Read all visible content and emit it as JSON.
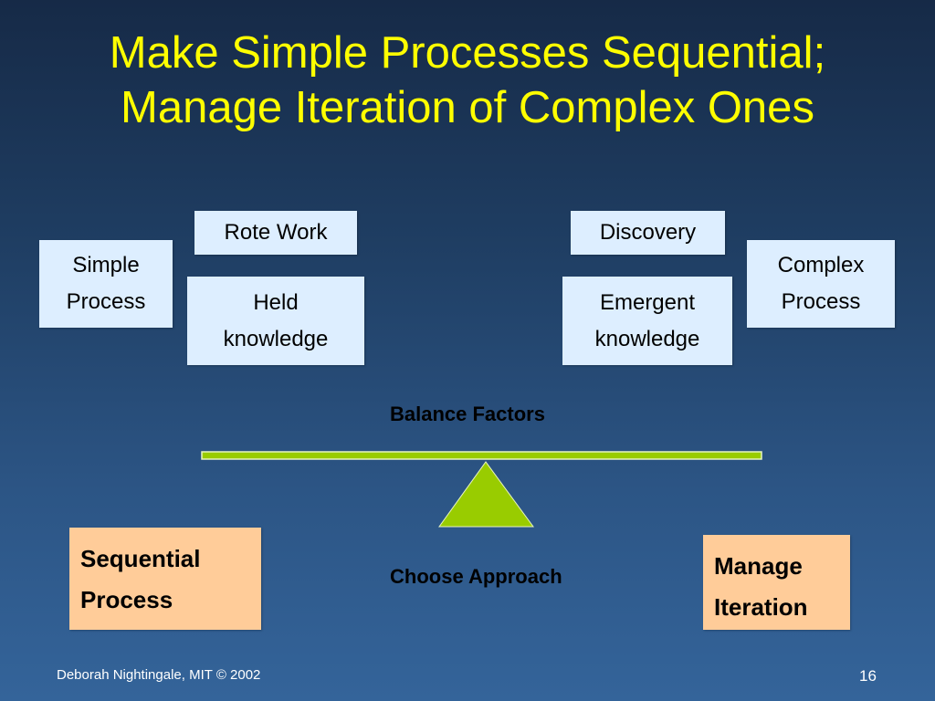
{
  "slide": {
    "title_line1": "Make Simple Processes Sequential;",
    "title_line2": "Manage Iteration of Complex Ones",
    "boxes": {
      "rote_work": "Rote Work",
      "simple_process": [
        "Simple",
        "Process"
      ],
      "held_knowledge": [
        "Held",
        "knowledge"
      ],
      "discovery": "Discovery",
      "complex_process": [
        "Complex",
        "Process"
      ],
      "emergent_knowledge": [
        "Emergent",
        "knowledge"
      ]
    },
    "balance_label": "Balance Factors",
    "choose_label": "Choose Approach",
    "outcomes": {
      "sequential": [
        "Sequential",
        "Process"
      ],
      "iteration": [
        "Manage",
        "Iteration"
      ]
    },
    "footer": {
      "author": "Deborah Nightingale, MIT © 2002",
      "page_number": "16"
    }
  },
  "colors": {
    "title": "#ffff00",
    "factor_box": "#ddeeff",
    "outcome_box": "#ffcc99",
    "beam": "#99cc00",
    "fulcrum": "#99cc00"
  }
}
